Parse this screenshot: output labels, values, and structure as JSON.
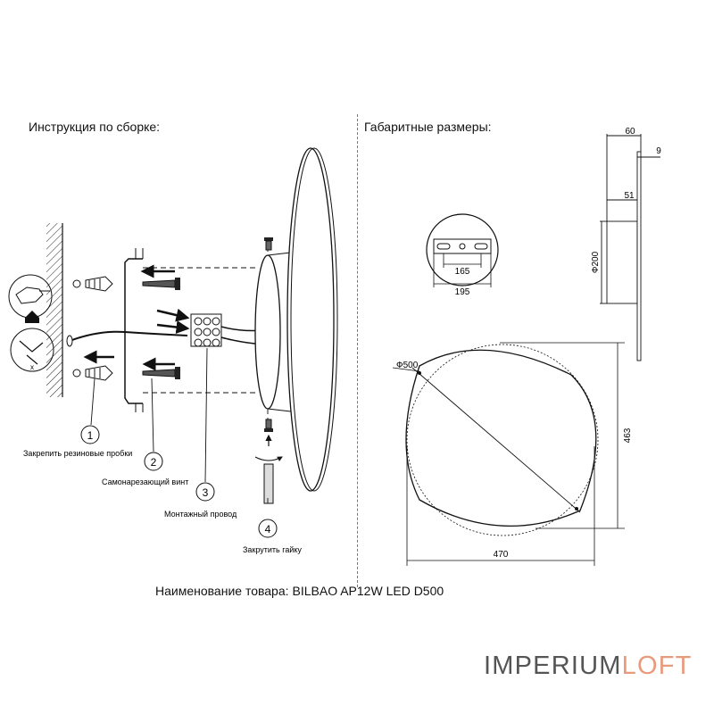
{
  "headings": {
    "assembly": "Инструкция по сборке:",
    "dimensions": "Габаритные размеры:"
  },
  "steps": [
    {
      "number": "1",
      "label": "Закрепить резиновые пробки"
    },
    {
      "number": "2",
      "label": "Самонарезающий винт"
    },
    {
      "number": "3",
      "label": "Монтажный провод"
    },
    {
      "number": "4",
      "label": "Закрутить гайку"
    }
  ],
  "dimensions": {
    "depth_total": "60",
    "disc_thickness": "9",
    "base_depth": "51",
    "base_diameter": "Ф200",
    "hole_spacing": "165",
    "plate_width": "195",
    "disc_diameter": "Ф500",
    "height": "463",
    "width": "470"
  },
  "product": {
    "label": "Наименование товара:",
    "name": "BILBAO AP12W LED D500"
  },
  "brand": {
    "part1": "IMPERIUM",
    "part2": "LOFT"
  }
}
